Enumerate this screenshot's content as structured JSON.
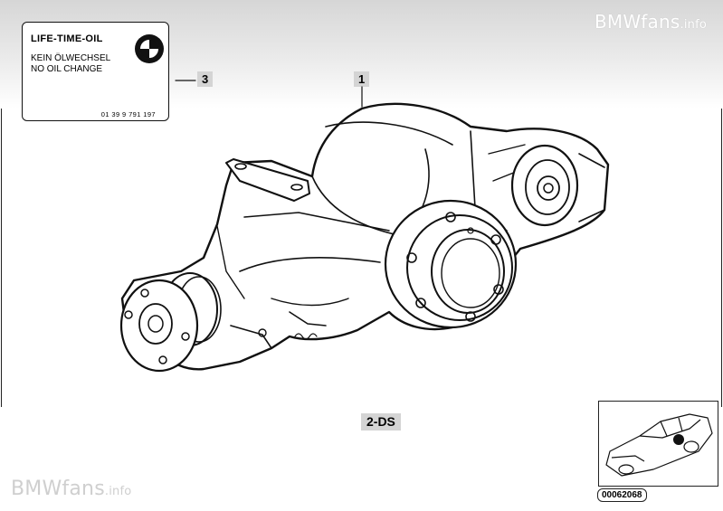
{
  "watermark": {
    "brand": "BMWfans",
    "suffix": ".info"
  },
  "sticker": {
    "title": "LIFE-TIME-OIL",
    "line1": "KEIN ÖLWECHSEL",
    "line2": "NO OIL CHANGE",
    "part_code": "01 39 9 791 197",
    "logo_icon": "bmw-roundel-icon"
  },
  "callouts": {
    "sticker_ref": "3",
    "diff_ref": "1"
  },
  "group_label": "2-DS",
  "reference": {
    "image_code": "00062068",
    "icon": "car-outline-icon"
  },
  "colors": {
    "callout_bg": "#d4d4d4",
    "line": "#111111"
  }
}
